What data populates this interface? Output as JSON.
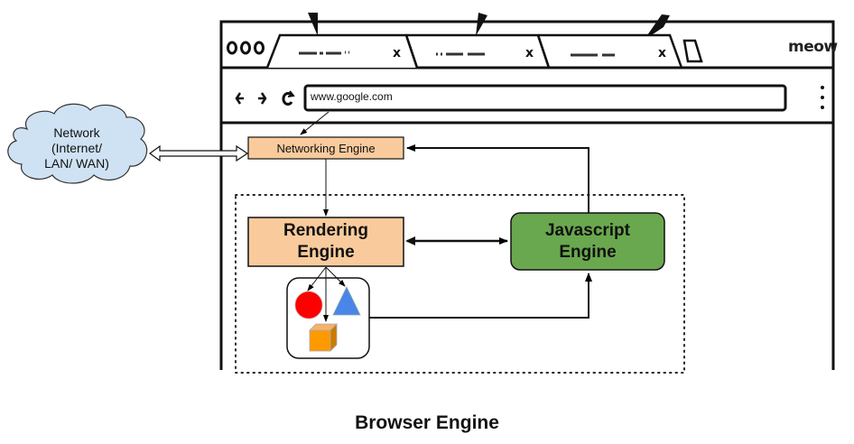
{
  "diagram": {
    "title": "Browser Engine",
    "browser_window": {
      "tabs": [
        {
          "label_placeholder": "—·—··",
          "close_icon": "x"
        },
        {
          "label_placeholder": "··——",
          "close_icon": "x"
        },
        {
          "label_placeholder": "——-",
          "close_icon": "x"
        }
      ],
      "window_controls": "ooo",
      "profile_label": "meow",
      "address_bar": {
        "value": "www.google.com"
      },
      "nav_icons": [
        "back-arrow-icon",
        "forward-arrow-icon",
        "reload-icon"
      ],
      "menu_icon": "kebab-menu-icon"
    },
    "nodes": {
      "network": {
        "lines": [
          "Network",
          "(Internet/",
          "LAN/ WAN)"
        ],
        "color": "#cfe2f3"
      },
      "networking_engine": {
        "label": "Networking Engine",
        "color": "#f9cb9c"
      },
      "rendering_engine": {
        "lines": [
          "Rendering",
          "Engine"
        ],
        "color": "#f9cb9c"
      },
      "javascript_engine": {
        "lines": [
          "Javascript",
          "Engine"
        ],
        "color": "#6aa84f"
      },
      "dom_shapes": {
        "circle_color": "#ff0000",
        "triangle_color": "#4a86e8",
        "cube_color": "#ff9900"
      }
    },
    "edges": [
      {
        "from": "address_bar",
        "to": "networking_engine",
        "type": "arrow"
      },
      {
        "from": "network",
        "to": "networking_engine",
        "type": "double-hollow-arrow"
      },
      {
        "from": "networking_engine",
        "to": "rendering_engine",
        "type": "arrow"
      },
      {
        "from": "rendering_engine",
        "to": "javascript_engine",
        "type": "double-arrow"
      },
      {
        "from": "javascript_engine",
        "to": "networking_engine",
        "type": "arrow"
      },
      {
        "from": "dom_shapes",
        "to": "javascript_engine",
        "type": "arrow"
      },
      {
        "from": "rendering_engine",
        "to": "dom_shapes",
        "type": "arrow"
      }
    ],
    "group": {
      "name": "browser-engine-boundary",
      "style": "dotted"
    }
  }
}
